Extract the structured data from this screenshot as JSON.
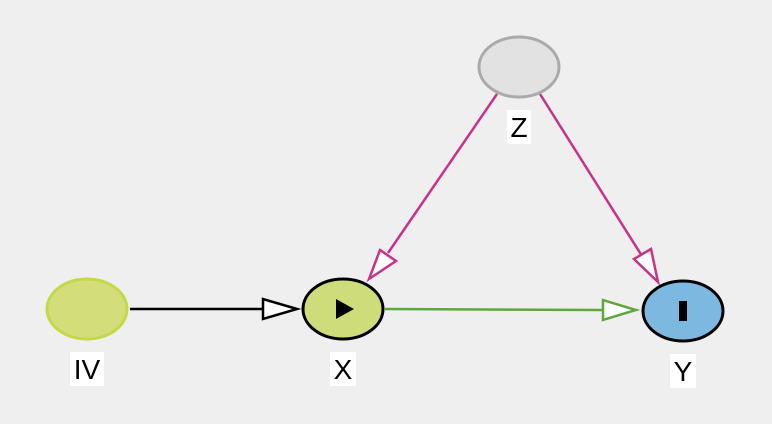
{
  "nodes": {
    "iv": {
      "label": "IV",
      "fill": "#d3dd7a",
      "stroke": "#c5d84a",
      "role": "instrument"
    },
    "x": {
      "label": "X",
      "fill": "#cfdc7a",
      "stroke": "#000000",
      "role": "exposure",
      "icon": "play-icon"
    },
    "y": {
      "label": "Y",
      "fill": "#7cb8e0",
      "stroke": "#000000",
      "role": "outcome",
      "icon": "bar-icon"
    },
    "z": {
      "label": "Z",
      "fill": "#e2e2e2",
      "stroke": "#aaaaaa",
      "role": "confounder"
    }
  },
  "edges": [
    {
      "from": "IV",
      "to": "X",
      "color": "#000000"
    },
    {
      "from": "X",
      "to": "Y",
      "color": "#5fa63c"
    },
    {
      "from": "Z",
      "to": "X",
      "color": "#c8338a"
    },
    {
      "from": "Z",
      "to": "Y",
      "color": "#c8338a"
    }
  ],
  "colors": {
    "background": "#efefef",
    "biasing_path": "#c8338a",
    "causal_path": "#5fa63c"
  }
}
